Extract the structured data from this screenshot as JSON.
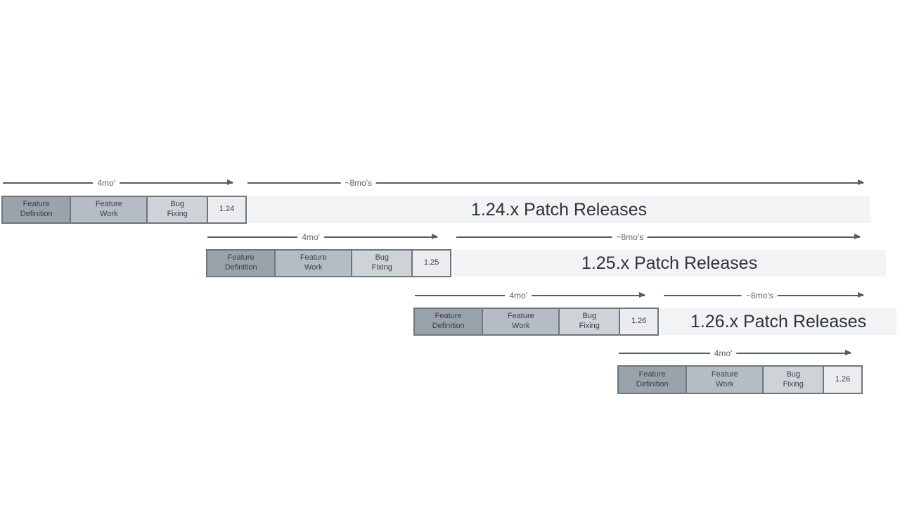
{
  "diagram": {
    "type": "release-cadence-timeline",
    "phases": [
      "Feature Definition",
      "Feature Work",
      "Bug Fixing"
    ],
    "rows": [
      {
        "version": "1.24",
        "dev_duration": "4mo'",
        "patch_duration": "~8mo's",
        "patch_label": "1.24.x Patch Releases"
      },
      {
        "version": "1.25",
        "dev_duration": "4mo'",
        "patch_duration": "~8mo's",
        "patch_label": "1.25.x Patch Releases"
      },
      {
        "version": "1.26",
        "dev_duration": "4mo'",
        "patch_duration": "~8mo's",
        "patch_label": "1.26.x Patch Releases"
      },
      {
        "version": "1.26",
        "dev_duration": "4mo'"
      }
    ],
    "colors": {
      "feature_definition_fill": "#9aa2ab",
      "feature_work_fill": "#b6bcc3",
      "bug_fixing_fill": "#ced3d8",
      "version_box_fill": "#eaecee",
      "patch_bar_fill": "#f1f3f4",
      "box_border": "#6e757c",
      "arrow_stroke": "#565d66",
      "arrow_label_text": "#5c636b",
      "box_text": "#383f46",
      "patch_text": "#2e343a",
      "background": "#ffffff"
    }
  }
}
